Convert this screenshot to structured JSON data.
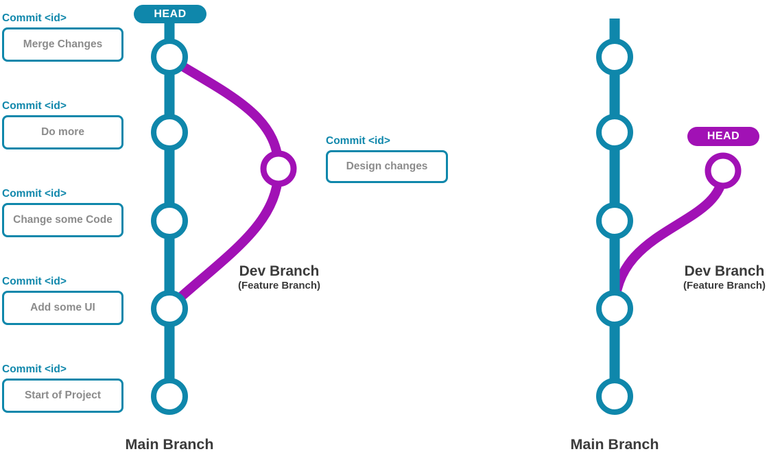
{
  "colors": {
    "teal": "#0f87ab",
    "purple": "#a111b5",
    "box_text_gray": "#8b8b8b",
    "label_dark": "#3b3b3b"
  },
  "left_diagram": {
    "head_label": "HEAD",
    "commits": [
      {
        "title": "Commit <id>",
        "label": "Merge Changes"
      },
      {
        "title": "Commit <id>",
        "label": "Do more"
      },
      {
        "title": "Commit <id>",
        "label": "Change some Code"
      },
      {
        "title": "Commit <id>",
        "label": "Add some UI"
      },
      {
        "title": "Commit <id>",
        "label": "Start of Project"
      }
    ],
    "dev_commit": {
      "title": "Commit <id>",
      "label": "Design changes"
    },
    "dev_branch": {
      "label": "Dev Branch",
      "sublabel": "(Feature Branch)"
    },
    "main_branch_label": "Main Branch"
  },
  "right_diagram": {
    "head_label": "HEAD",
    "dev_branch": {
      "label": "Dev Branch",
      "sublabel": "(Feature Branch)"
    },
    "main_branch_label": "Main Branch"
  }
}
